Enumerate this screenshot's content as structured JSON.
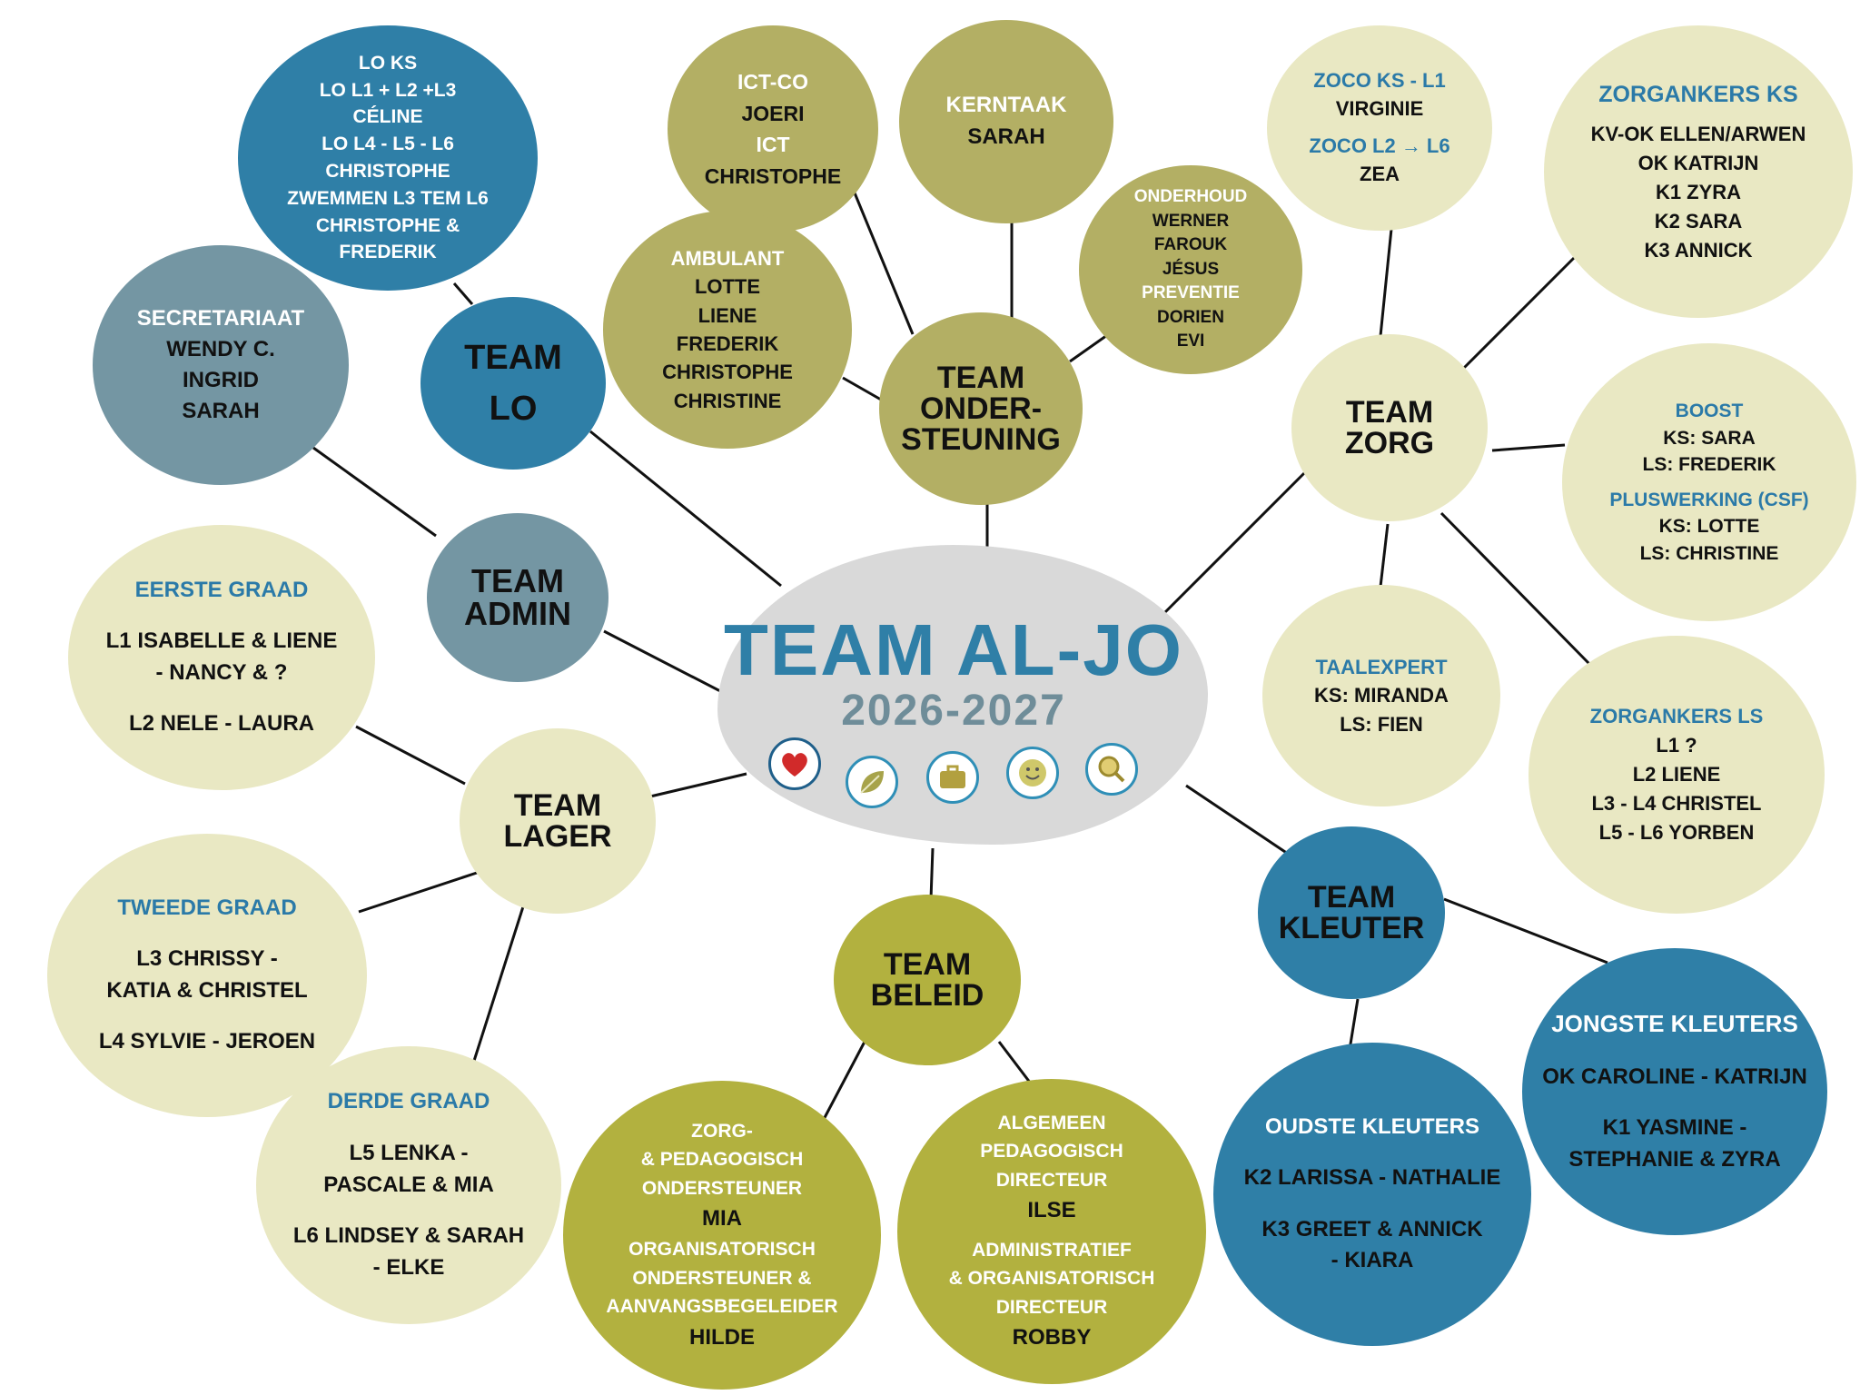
{
  "center": {
    "title": "TEAM AL-JO",
    "year": "2026-2027"
  },
  "value_icons": [
    "heart-icon",
    "leaf-icon",
    "briefcase-icon",
    "smiley-icon",
    "magnifier-icon"
  ],
  "colors": {
    "dark_blue": "#2f7fa7",
    "grey_blue": "#7496a3",
    "olive": "#b3af64",
    "olive_bright": "#b2b13f",
    "pale": "#e9e8c3",
    "heading_blue": "#2b7aa8"
  },
  "hubs": {
    "lo": [
      "TEAM",
      "LO"
    ],
    "admin": [
      "TEAM",
      "ADMIN"
    ],
    "ondersteuning": [
      "TEAM",
      "ONDER-",
      "STEUNING"
    ],
    "zorg": [
      "TEAM",
      "ZORG"
    ],
    "lager": [
      "TEAM",
      "LAGER"
    ],
    "beleid": [
      "TEAM",
      "BELEID"
    ],
    "kleuter": [
      "TEAM",
      "KLEUTER"
    ]
  },
  "lo_details": [
    "LO KS",
    "LO L1 + L2 +L3",
    "CÉLINE",
    "LO L4 - L5 - L6",
    "CHRISTOPHE",
    "ZWEMMEN L3 TEM L6",
    "CHRISTOPHE &",
    "FREDERIK"
  ],
  "secretariaat": {
    "heading": "SECRETARIAAT",
    "names": [
      "WENDY C.",
      "INGRID",
      "SARAH"
    ]
  },
  "ict": {
    "heading": "ICT-CO",
    "name1": "JOERI",
    "heading2": "ICT",
    "name2": "CHRISTOPHE"
  },
  "kerntaak": {
    "heading": "KERNTAAK",
    "name": "SARAH"
  },
  "ambulant": {
    "heading": "AMBULANT",
    "names": [
      "LOTTE",
      "LIENE",
      "FREDERIK",
      "CHRISTOPHE",
      "CHRISTINE"
    ]
  },
  "onderhoud": {
    "heading": "ONDERHOUD",
    "names": [
      "WERNER",
      "FAROUK",
      "JÉSUS"
    ],
    "heading2": "PREVENTIE",
    "names2": [
      "DORIEN",
      "EVI"
    ]
  },
  "zoco": {
    "heading1": "ZOCO KS - L1",
    "name1": "VIRGINIE",
    "heading2": "ZOCO L2 → L6",
    "name2": "ZEA"
  },
  "zorgankers_ks": {
    "heading": "ZORGANKERS KS",
    "lines": [
      "KV-OK ELLEN/ARWEN",
      "OK KATRIJN",
      "K1 ZYRA",
      "K2 SARA",
      "K3 ANNICK"
    ]
  },
  "boost": {
    "heading": "BOOST",
    "lines": [
      "KS: SARA",
      "LS: FREDERIK"
    ],
    "heading2": "PLUSWERKING (CSF)",
    "lines2": [
      "KS: LOTTE",
      "LS: CHRISTINE"
    ]
  },
  "taalexpert": {
    "heading": "TAALEXPERT",
    "lines": [
      "KS:  MIRANDA",
      "LS:  FIEN"
    ]
  },
  "zorgankers_ls": {
    "heading": "ZORGANKERS LS",
    "lines": [
      "L1 ?",
      "L2 LIENE",
      "L3 - L4 CHRISTEL",
      "L5 - L6  YORBEN"
    ]
  },
  "eerste_graad": {
    "heading": "EERSTE GRAAD",
    "line1a": "L1 ISABELLE & LIENE",
    "line1b": "- NANCY & ?",
    "line2": "L2 NELE - LAURA"
  },
  "tweede_graad": {
    "heading": "TWEEDE GRAAD",
    "line1a": "L3 CHRISSY -",
    "line1b": "KATIA & CHRISTEL",
    "line2": "L4 SYLVIE  - JEROEN"
  },
  "derde_graad": {
    "heading": "DERDE GRAAD",
    "line1a": "L5 LENKA -",
    "line1b": "PASCALE & MIA",
    "line2a": "L6 LINDSEY & SARAH",
    "line2b": "-  ELKE"
  },
  "zorg_ped": {
    "heading_lines": [
      "ZORG-",
      "& PEDAGOGISCH",
      "ONDERSTEUNER"
    ],
    "name1": "MIA",
    "heading2_lines": [
      "ORGANISATORISCH",
      "ONDERSTEUNER &",
      "AANVANGSBEGELEIDER"
    ],
    "name2": "HILDE"
  },
  "directeur": {
    "heading_lines": [
      "ALGEMEEN",
      "PEDAGOGISCH",
      "DIRECTEUR"
    ],
    "name1": "ILSE",
    "heading2_lines": [
      "ADMINISTRATIEF",
      "& ORGANISATORISCH",
      "DIRECTEUR"
    ],
    "name2": "ROBBY"
  },
  "oudste": {
    "heading": "OUDSTE KLEUTERS",
    "line1": "K2 LARISSA - NATHALIE",
    "line2a": "K3 GREET & ANNICK",
    "line2b": "- KIARA"
  },
  "jongste": {
    "heading": "JONGSTE KLEUTERS",
    "line1": "OK CAROLINE - KATRIJN",
    "line2a": "K1  YASMINE -",
    "line2b": "STEPHANIE & ZYRA"
  }
}
